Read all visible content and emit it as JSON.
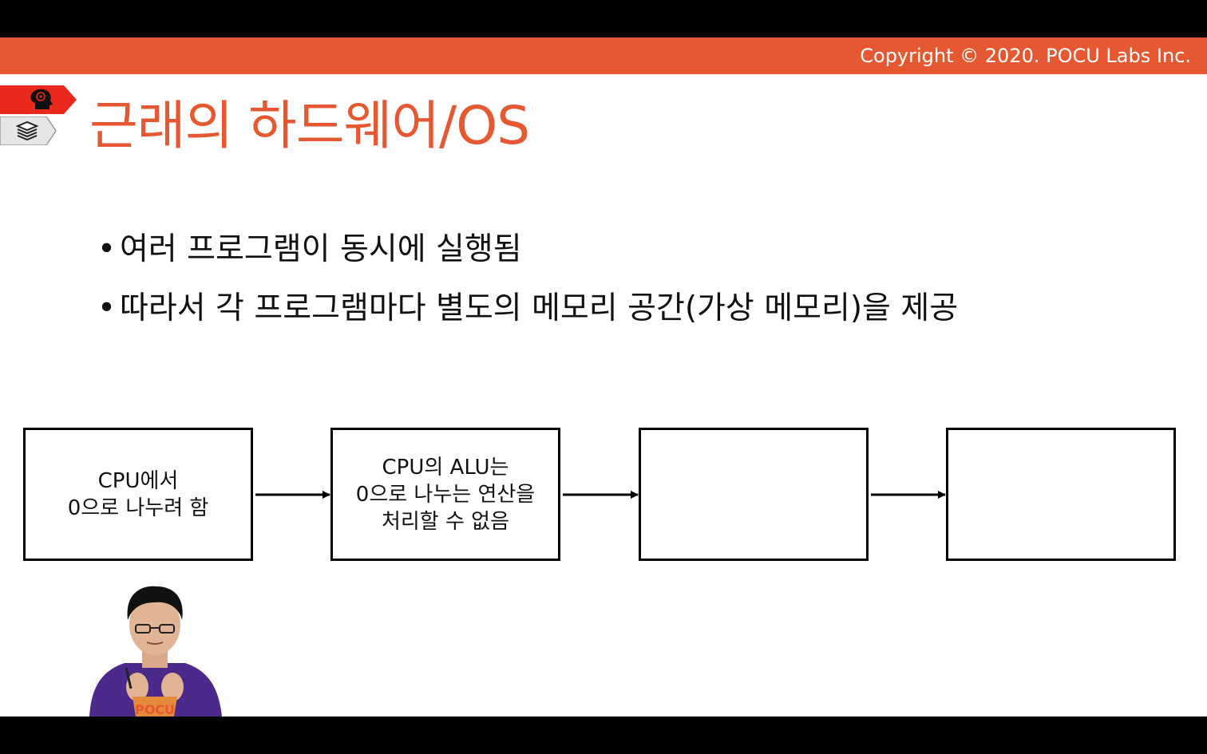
{
  "header": {
    "copyright": "Copyright © 2020. POCU Labs Inc.",
    "accent_color": "#e55831"
  },
  "side_tags": [
    {
      "icon": "brain-head-icon",
      "color": "#e8291c"
    },
    {
      "icon": "books-stack-icon",
      "color": "#e6e6e6"
    }
  ],
  "slide": {
    "title": "근래의 하드웨어/OS",
    "bullets": [
      "여러 프로그램이 동시에 실행됨",
      "따라서 각 프로그램마다 별도의 메모리 공간(가상 메모리)을 제공"
    ]
  },
  "flow": {
    "boxes": [
      {
        "text": "CPU에서\n0으로 나누려 함"
      },
      {
        "text": "CPU의 ALU는\n0으로 나누는 연산을\n처리할 수 없음"
      },
      {
        "text": ""
      },
      {
        "text": ""
      }
    ]
  },
  "presenter": {
    "shirt_text": "POCU",
    "shirt_color": "#4b2a8c"
  }
}
